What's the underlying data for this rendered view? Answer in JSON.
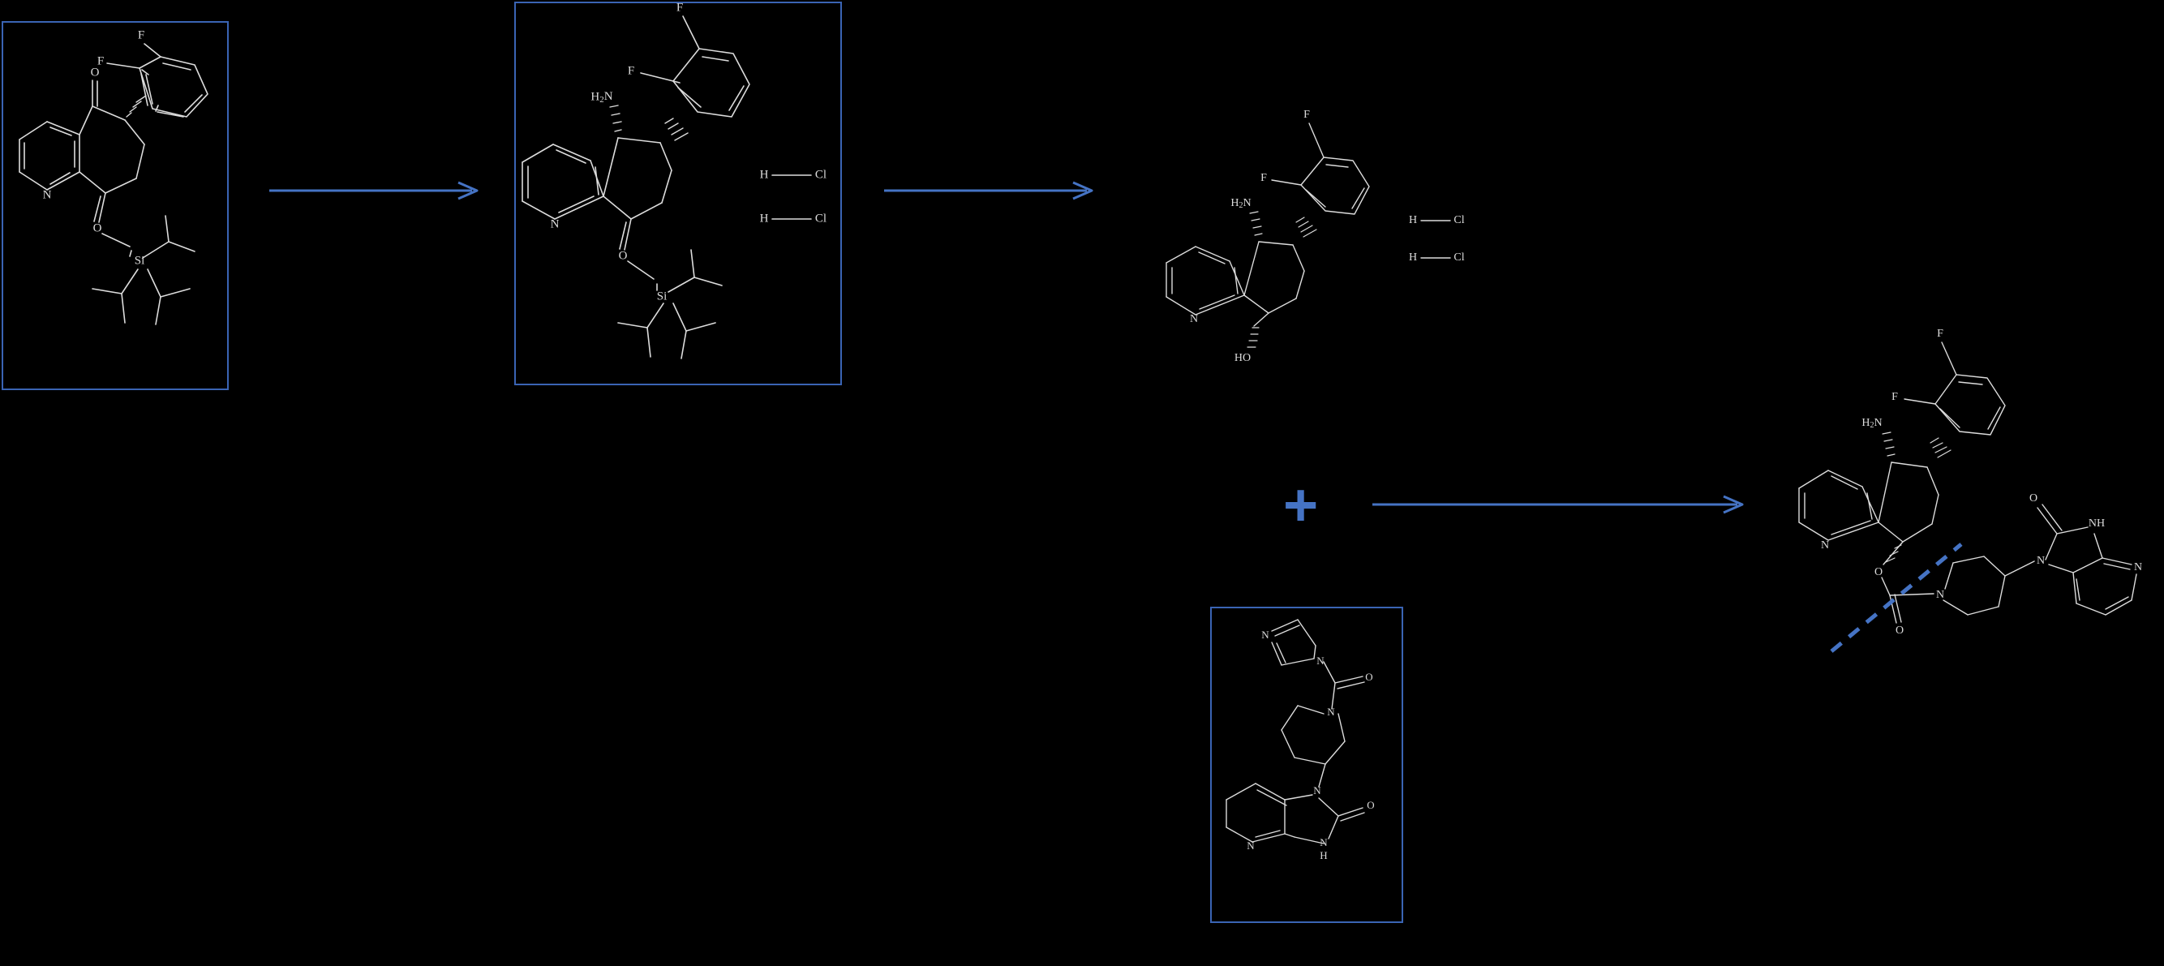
{
  "scheme": {
    "title": "Retrosynthetic / forward reaction scheme",
    "accent_color": "#4573c4",
    "box_border_color": "#3a64b4",
    "structure_color": "#dcdcdc",
    "background_color": "#000000"
  },
  "atoms": {
    "nitrogen": "N",
    "oxygen": "O",
    "fluorine": "F",
    "silicon": "Si",
    "chlorine": "Cl",
    "hydrogen": "H",
    "amine": "H2N",
    "amine_sub": "2",
    "hydroxyl": "HO",
    "nh": "NH",
    "n_h_top": "N",
    "n_h_bottom": "H"
  },
  "operators": {
    "plus": "+"
  },
  "steps": [
    {
      "id": "step-1",
      "name": "arrow-1",
      "label": "",
      "from": "structure-1",
      "to": "structure-2"
    },
    {
      "id": "step-2",
      "name": "arrow-2",
      "label": "",
      "from": "structure-2",
      "to": "structure-3"
    },
    {
      "id": "step-3",
      "name": "arrow-3",
      "label": "",
      "from": "structure-3 + reagent",
      "to": "product"
    }
  ],
  "structures": [
    {
      "id": "structure-1",
      "name": "tips-enol-ether-ketone",
      "boxed": true,
      "labels": {
        "f_top": "F",
        "f_left": "F",
        "ketone_o": "O",
        "pyridine_n": "N",
        "ether_o": "O",
        "silicon": "Si"
      }
    },
    {
      "id": "structure-2",
      "name": "amino-tips-dihydrochloride",
      "boxed": true,
      "labels": {
        "f_top": "F",
        "f_left": "F",
        "amine": "H2N",
        "pyridine_n": "N",
        "ether_o": "O",
        "silicon": "Si"
      },
      "salt": {
        "count": 2,
        "entries": [
          {
            "h": "H",
            "cl": "Cl"
          },
          {
            "h": "H",
            "cl": "Cl"
          }
        ]
      }
    },
    {
      "id": "structure-3",
      "name": "amino-alcohol-dihydrochloride",
      "boxed": false,
      "labels": {
        "f_top": "F",
        "f_left": "F",
        "amine": "H2N",
        "pyridine_n": "N",
        "hydroxyl": "HO"
      },
      "salt": {
        "count": 2,
        "entries": [
          {
            "h": "H",
            "cl": "Cl"
          },
          {
            "h": "H",
            "cl": "Cl"
          }
        ]
      }
    },
    {
      "id": "reagent",
      "name": "imidazole-carbonyl-piperidinyl-imidazopyridinone",
      "boxed": true,
      "labels": {
        "imidazole_n3": "N",
        "imidazole_n1": "N",
        "carbonyl_o": "O",
        "piperidine_n": "N",
        "ring_n": "N",
        "lactam_o": "O",
        "lactam_nh_n": "N",
        "lactam_nh_h": "H",
        "pyridine_n": "N"
      }
    },
    {
      "id": "product",
      "name": "carbamate-product",
      "boxed": false,
      "labels": {
        "f_top": "F",
        "f_left": "F",
        "amine": "H2N",
        "pyridine_n": "N",
        "ester_o": "O",
        "carbonyl_o": "O",
        "piperidine_n": "N",
        "imidazolone_n": "N",
        "imidazolone_o": "O",
        "imidazolone_nh": "NH",
        "azapyridine_n": "N"
      },
      "disconnection": {
        "name": "bond-disconnection-line",
        "style": "dashed",
        "color": "#4573c4"
      }
    }
  ]
}
